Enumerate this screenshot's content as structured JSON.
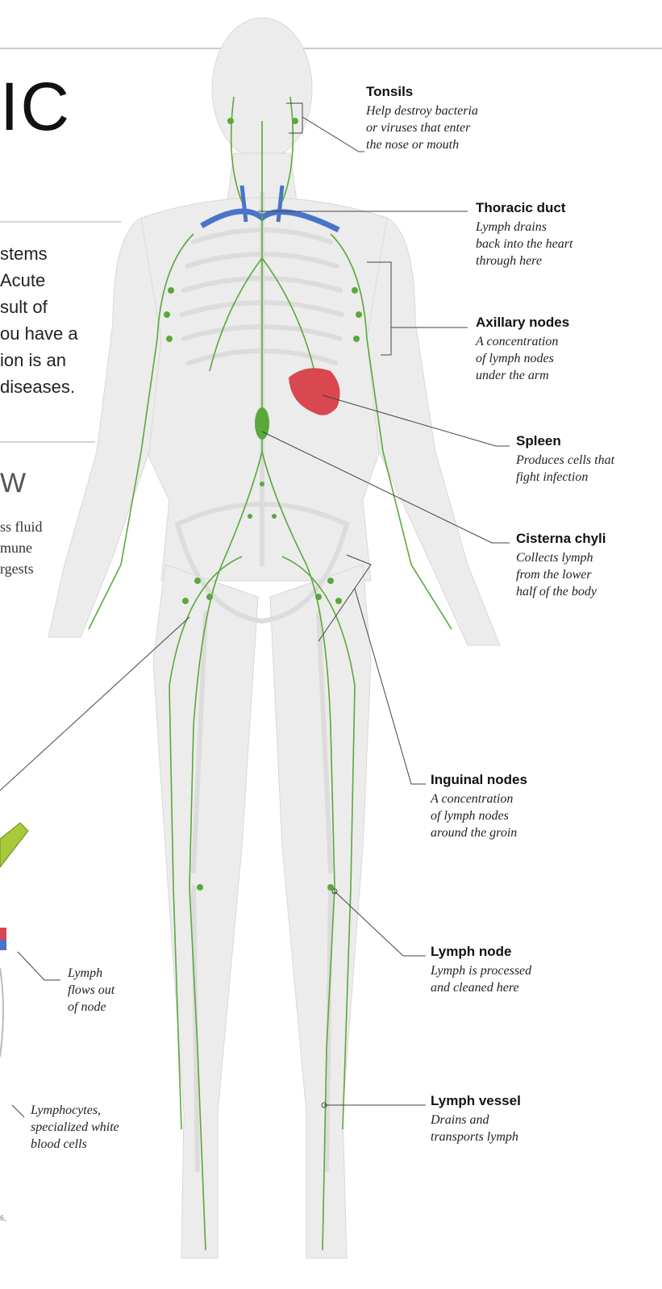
{
  "headline": "IC",
  "intro_lines": [
    "stems",
    "Acute",
    "sult of",
    "ou have a",
    "ion is an",
    "diseases."
  ],
  "subhead": "W",
  "body_lines": [
    "ss fluid",
    "mune",
    "rgests"
  ],
  "credit": "6,",
  "labels": {
    "tonsils": {
      "title": "Tonsils",
      "desc": [
        "Help destroy bacteria",
        "or viruses that enter",
        "the nose or mouth"
      ]
    },
    "thoracic": {
      "title": "Thoracic duct",
      "desc": [
        "Lymph drains",
        "back into the heart",
        "through here"
      ]
    },
    "axillary": {
      "title": "Axillary nodes",
      "desc": [
        "A concentration",
        "of lymph nodes",
        "under the arm"
      ]
    },
    "spleen": {
      "title": "Spleen",
      "desc": [
        "Produces cells that",
        "fight infection"
      ]
    },
    "cisterna": {
      "title": "Cisterna chyli",
      "desc": [
        "Collects lymph",
        "from the lower",
        "half of the body"
      ]
    },
    "inguinal": {
      "title": "Inguinal nodes",
      "desc": [
        "A concentration",
        "of lymph nodes",
        "around the groin"
      ]
    },
    "node": {
      "title": "Lymph node",
      "desc": [
        "Lymph is processed",
        "and cleaned here"
      ]
    },
    "vessel": {
      "title": "Lymph vessel",
      "desc": [
        "Drains and",
        "transports lymph"
      ]
    },
    "flows": {
      "desc": [
        "Lymph",
        "flows out",
        "of node"
      ]
    },
    "lymphocytes": {
      "desc": [
        "Lymphocytes,",
        "specialized white",
        "blood cells"
      ]
    }
  },
  "colors": {
    "lymph": "#5aa83c",
    "spleen": "#d9474f",
    "duct": "#4a74c9",
    "body": "#e9e9e9",
    "bone": "#f8f8f8"
  }
}
